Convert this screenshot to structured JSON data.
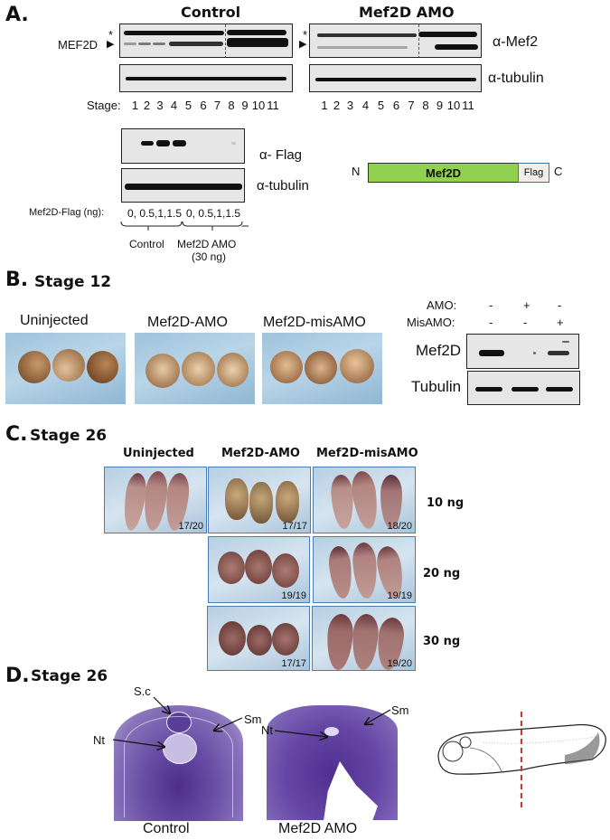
{
  "panelA": {
    "letter": "A.",
    "control_title": "Control",
    "amo_title": "Mef2D AMO",
    "mef2d_label": "MEF2D",
    "asterisk": "*",
    "arrowhead": "▶",
    "antibody_mef2": "α-Mef2",
    "antibody_tubulin": "α-tubulin",
    "stage_label": "Stage:",
    "stages": [
      "1",
      "2",
      "3",
      "4",
      "5",
      "6",
      "7",
      "8",
      "9",
      "10",
      "11"
    ],
    "flag_antibody": "α- Flag",
    "flag_tubulin": "α-tubulin",
    "mef2d_flag_label": "Mef2D-Flag (ng):",
    "doses_control": "0, 0.5,1,1.5",
    "doses_amo": "0, 0.5,1,1.5",
    "group_control": "Control",
    "group_amo": "Mef2D AMO",
    "group_amo_dose": "(30 ng)",
    "construct": {
      "n_term": "N",
      "protein": "Mef2D",
      "tag": "Flag",
      "c_term": "C",
      "protein_color": "#92d050",
      "tag_color": "#eeeeea"
    }
  },
  "panelB": {
    "letter": "B.",
    "title": "Stage 12",
    "photos": [
      "Uninjected",
      "Mef2D-AMO",
      "Mef2D-misAMO"
    ],
    "amo_label": "AMO:",
    "misamo_label": "MisAMO:",
    "amo_values": [
      "-",
      "+",
      "-"
    ],
    "misamo_values": [
      "-",
      "-",
      "+"
    ],
    "blot_mef2d": "Mef2D",
    "blot_tubulin": "Tubulin"
  },
  "panelC": {
    "letter": "C.",
    "title": "Stage 26",
    "columns": [
      "Uninjected",
      "Mef2D-AMO",
      "Mef2D-misAMO"
    ],
    "doses": [
      "10 ng",
      "20 ng",
      "30 ng"
    ],
    "counts": {
      "uninjected_10": "17/20",
      "amo_10": "17/17",
      "mis_10": "18/20",
      "amo_20": "19/19",
      "mis_20": "19/19",
      "amo_30": "17/17",
      "mis_30": "19/20"
    }
  },
  "panelD": {
    "letter": "D.",
    "title": "Stage 26",
    "labels": {
      "sc": "S.c",
      "sm": "Sm",
      "nt": "Nt"
    },
    "captions": [
      "Control",
      "Mef2D AMO"
    ]
  }
}
